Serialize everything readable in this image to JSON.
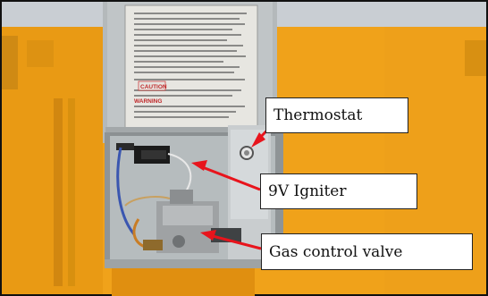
{
  "labels": {
    "thermostat": "Thermostat",
    "igniter": "9V Igniter",
    "gas_valve": "Gas control valve"
  },
  "label_stamp": {
    "caution": "CAUTION",
    "warning": "WARNING"
  },
  "colors": {
    "arrow": "#e8141c",
    "cabinet": "#f2a31b",
    "box": "#b9bec0"
  }
}
